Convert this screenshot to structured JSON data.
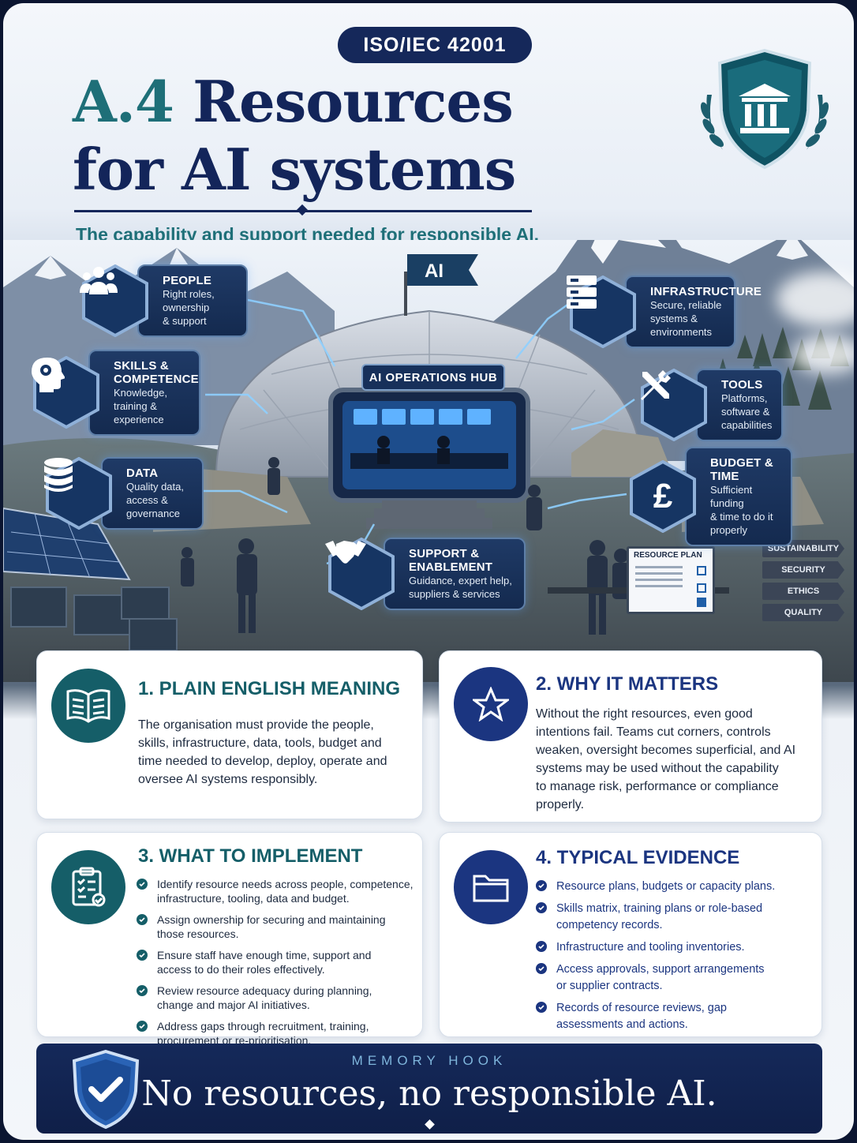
{
  "header": {
    "badge": "ISO/IEC 42001",
    "title_accent": "A.4",
    "title_rest_line1": "Resources",
    "title_line2": "for AI systems",
    "subtitle": "The capability and support needed for responsible AI."
  },
  "scene": {
    "flag_text": "AI",
    "hub_label": "AI OPERATIONS HUB",
    "resource_plan_label": "RESOURCE PLAN",
    "signs": [
      "SUSTAINABILITY",
      "SECURITY",
      "ETHICS",
      "QUALITY"
    ],
    "nodes": [
      {
        "title": "PEOPLE",
        "desc": [
          "Right roles,",
          "ownership",
          "& support"
        ],
        "icon": "people-icon"
      },
      {
        "title": "SKILLS &",
        "title2": "COMPETENCE",
        "desc": [
          "Knowledge,",
          "training &",
          "experience"
        ],
        "icon": "head-gear-icon"
      },
      {
        "title": "DATA",
        "desc": [
          "Quality data,",
          "access &",
          "governance"
        ],
        "icon": "database-icon"
      },
      {
        "title": "SUPPORT & ENABLEMENT",
        "desc": [
          "Guidance, expert help,",
          "suppliers & services"
        ],
        "icon": "handshake-icon"
      },
      {
        "title": "INFRASTRUCTURE",
        "desc": [
          "Secure, reliable",
          "systems &",
          "environments"
        ],
        "icon": "server-icon"
      },
      {
        "title": "TOOLS",
        "desc": [
          "Platforms,",
          "software &",
          "capabilities"
        ],
        "icon": "tools-icon"
      },
      {
        "title": "BUDGET & TIME",
        "desc": [
          "Sufficient funding",
          "& time to do it",
          "properly"
        ],
        "icon": "pound-icon",
        "glyph": "£"
      }
    ]
  },
  "cards": {
    "meaning": {
      "title": "1.  PLAIN ENGLISH MEANING",
      "lines": [
        "The organisation must provide the people,",
        "skills, infrastructure, data, tools, budget and",
        "time needed to develop, deploy, operate and",
        "oversee AI systems responsibly."
      ]
    },
    "why": {
      "title": "2. WHY IT MATTERS",
      "lines": [
        "Without the right resources, even good",
        "intentions fail. Teams cut corners, controls",
        "weaken, oversight becomes superficial, and AI",
        "systems may be used without the capability",
        "to manage risk, performance or compliance",
        "properly."
      ]
    },
    "implement": {
      "title": "3. WHAT TO IMPLEMENT",
      "items": [
        [
          "Identify resource needs across people, competence,",
          "infrastructure, tooling, data and budget."
        ],
        [
          "Assign ownership for securing and maintaining",
          "those resources."
        ],
        [
          "Ensure staff have enough time, support and",
          "access to do their roles effectively."
        ],
        [
          "Review resource adequacy during planning,",
          "change and major AI initiatives."
        ],
        [
          "Address gaps through recruitment, training,",
          "procurement or re-prioritisation."
        ]
      ]
    },
    "evidence": {
      "title": "4.  TYPICAL EVIDENCE",
      "items": [
        [
          "Resource plans, budgets or capacity plans."
        ],
        [
          "Skills matrix, training plans or role-based",
          "competency records."
        ],
        [
          "Infrastructure and tooling inventories."
        ],
        [
          "Access approvals, support arrangements",
          "or supplier contracts."
        ],
        [
          "Records of resource reviews, gap",
          "assessments and actions."
        ]
      ]
    }
  },
  "footer": {
    "hook_label": "MEMORY HOOK",
    "slogan": "No resources, no responsible AI."
  },
  "colors": {
    "navy": "#13255a",
    "teal": "#1e6f78",
    "card_navy": "#1b3580",
    "card_teal": "#155e68"
  }
}
